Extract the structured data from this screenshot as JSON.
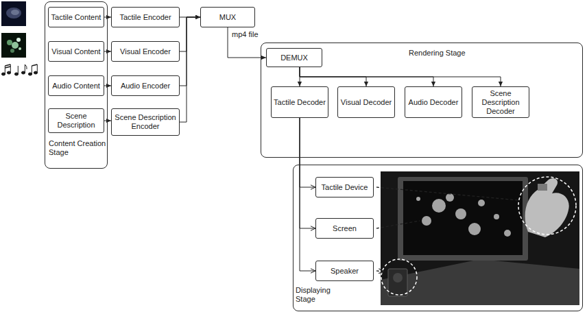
{
  "diagram": {
    "nodes": [
      {
        "text": [
          "Content Creation Stage"
        ]
      },
      {
        "text": [
          "Tactile Content"
        ],
        "in": 0
      },
      {
        "text": [
          "Visual Content"
        ],
        "in": 0
      },
      {
        "text": [
          "Audio Content"
        ],
        "in": 0
      },
      {
        "text": [
          "Scene Description"
        ],
        "in": 0
      },
      {
        "text": [
          "Tactile Encoder"
        ]
      },
      {
        "text": [
          "Visual Encoder"
        ]
      },
      {
        "text": [
          "Audio Encoder"
        ]
      },
      {
        "text": [
          "Scene Description Encoder"
        ]
      },
      {
        "text": [
          "MUX"
        ]
      },
      {
        "text": [
          "Rendering Stage"
        ]
      },
      {
        "text": [
          "DEMUX"
        ],
        "in": 10
      },
      {
        "text": [
          "Tactile Decoder"
        ],
        "in": 10
      },
      {
        "text": [
          "Visual Decoder"
        ],
        "in": 10
      },
      {
        "text": [
          "Audio Decoder"
        ],
        "in": 10
      },
      {
        "text": [
          "Scene Description Decoder"
        ],
        "in": 10
      },
      {
        "text": [
          "Displaying Stage"
        ]
      },
      {
        "text": [
          "Tactile Device"
        ],
        "in": 16
      },
      {
        "text": [
          "Screen"
        ],
        "in": 16
      },
      {
        "text": [
          "Speaker"
        ],
        "in": 16
      }
    ],
    "edges": [
      {
        "from": 1,
        "to": 5,
        "arrow": "to"
      },
      {
        "from": 2,
        "to": 6,
        "arrow": "to"
      },
      {
        "from": 3,
        "to": 7,
        "arrow": "to"
      },
      {
        "from": 4,
        "to": 8,
        "arrow": "to"
      },
      {
        "from": 5,
        "to": 9,
        "arrow": "to"
      },
      {
        "from": 6,
        "to": 9,
        "arrow": "to"
      },
      {
        "from": 7,
        "to": 9,
        "arrow": "to"
      },
      {
        "from": 8,
        "to": 9,
        "arrow": "to"
      },
      {
        "from": 9,
        "to": 11,
        "label": "mp4 file",
        "arrow": "to"
      },
      {
        "from": 11,
        "to": 12,
        "arrow": "to"
      },
      {
        "from": 11,
        "to": 13,
        "arrow": "to"
      },
      {
        "from": 11,
        "to": 14,
        "arrow": "to"
      },
      {
        "from": 11,
        "to": 15,
        "arrow": "to"
      },
      {
        "from": 12,
        "to": 17,
        "arrow": "to"
      },
      {
        "from": 12,
        "to": 18,
        "arrow": "to"
      },
      {
        "from": 12,
        "to": 19,
        "arrow": "to"
      }
    ]
  }
}
